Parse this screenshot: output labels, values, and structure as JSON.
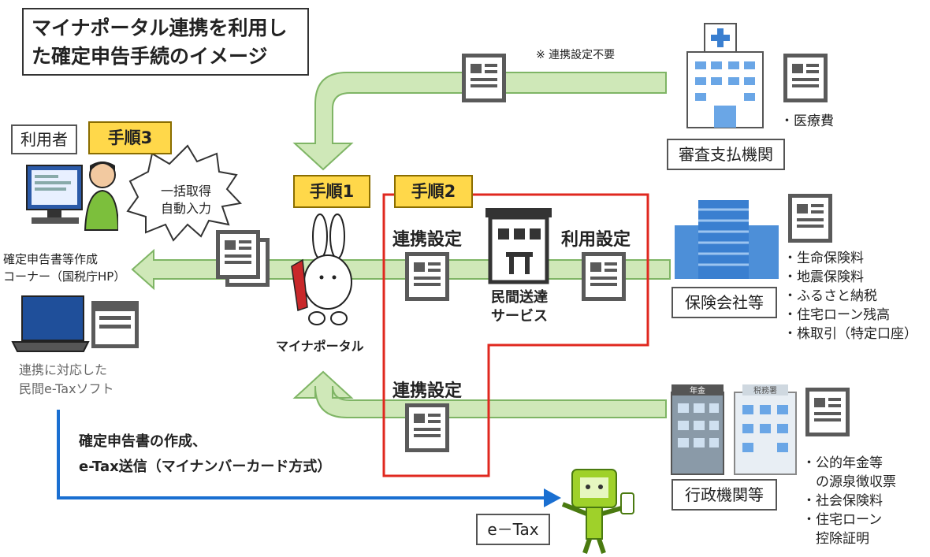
{
  "title": {
    "line1": "マイナポータル連携を利用し",
    "line2": "た確定申告手続のイメージ"
  },
  "note_unneeded": "※ 連携設定不要",
  "user_label": "利用者",
  "steps": {
    "step3": "手順3",
    "step1": "手順1",
    "step2": "手順2"
  },
  "burst": {
    "line1": "一括取得",
    "line2": "自動入力"
  },
  "corner": {
    "line1": "確定申告書等作成",
    "line2": "コーナー（国税庁HP）"
  },
  "software": {
    "line1": "連携に対応した",
    "line2": "民間e-Taxソフト"
  },
  "portal_label": "マイナポータル",
  "link_setting_1": "連携設定",
  "link_setting_2": "連携設定",
  "use_setting": "利用設定",
  "service": {
    "line1": "民間送達",
    "line2": "サービス"
  },
  "filing": {
    "line1": "確定申告書の作成、",
    "line2": "e-Tax送信（マイナンバーカード方式）"
  },
  "etax_label": "e－Tax",
  "review_org": {
    "label": "審査支払機関",
    "items": [
      "・医療費"
    ]
  },
  "insurance": {
    "label": "保険会社等",
    "items": [
      "・生命保険料",
      "・地震保険料",
      "・ふるさと納税",
      "・住宅ローン残高",
      "・株取引（特定口座）"
    ]
  },
  "gov": {
    "label": "行政機関等",
    "items": [
      "・公的年金等",
      "　の源泉徴収票",
      "・社会保険料",
      "・住宅ローン",
      "　控除証明"
    ],
    "sign_pension": "年金",
    "sign_tax": "税務署"
  },
  "colors": {
    "arrow_fill": "#cfe8b8",
    "arrow_edge": "#7fb565",
    "step_bg": "#ffd84a",
    "red_box": "#e0281f",
    "blue_line": "#1a6fd1",
    "etax_green": "#9fd12a"
  }
}
